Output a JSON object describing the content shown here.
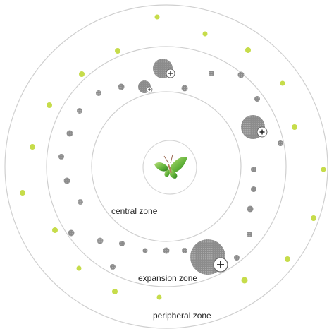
{
  "zones": {
    "central": "central zone",
    "expansion": "expansion zone",
    "peripheral": "peripheral zone"
  },
  "center_icon": "butterfly-icon",
  "expand_icon": "plus-icon",
  "colors": {
    "ring": "#cccccc",
    "green_dot": "#c6dc4a",
    "gray_node": "#8a8a8a",
    "butterfly": "#5fb038"
  }
}
